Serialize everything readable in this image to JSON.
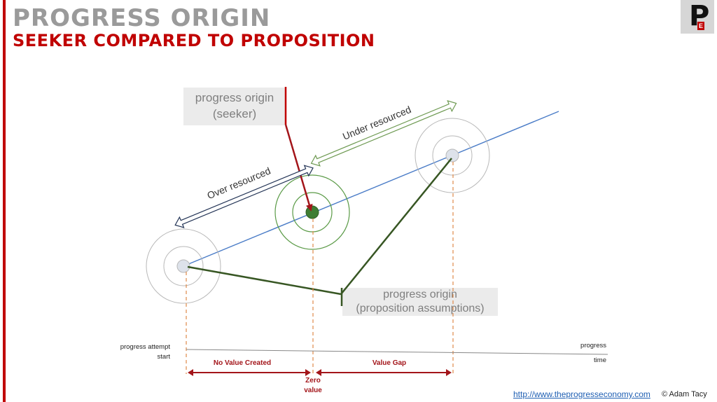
{
  "header": {
    "title": "PROGRESS ORIGIN",
    "subtitle": "SEEKER COMPARED TO PROPOSITION"
  },
  "logo": {
    "letter": "P",
    "mark": "E"
  },
  "labels": {
    "seeker_line1": "progress origin",
    "seeker_line2": "(seeker)",
    "proposition_line1": "progress origin",
    "proposition_line2": "(proposition assumptions)",
    "over_resourced": "Over resourced",
    "under_resourced": "Under resourced",
    "attempt_start_line1": "progress attempt",
    "attempt_start_line2": "start",
    "progress_line1": "progress",
    "progress_line2": "time",
    "no_value_created": "No Value Created",
    "value_gap": "Value Gap",
    "zero_line1": "Zero",
    "zero_line2": "value"
  },
  "footer": {
    "url": "http://www.theprogresseconomy.com",
    "copyright": "© Adam Tacy"
  },
  "colors": {
    "accent_red": "#c00000",
    "dark_red_arrow": "#a3151a",
    "dark_green": "#375623",
    "node_green": "#4e8a3a",
    "trend_blue": "#4a7cc7",
    "dashed_orange": "#e08a4a",
    "over_arrow": "#223355",
    "under_arrow": "#6e9a52"
  }
}
